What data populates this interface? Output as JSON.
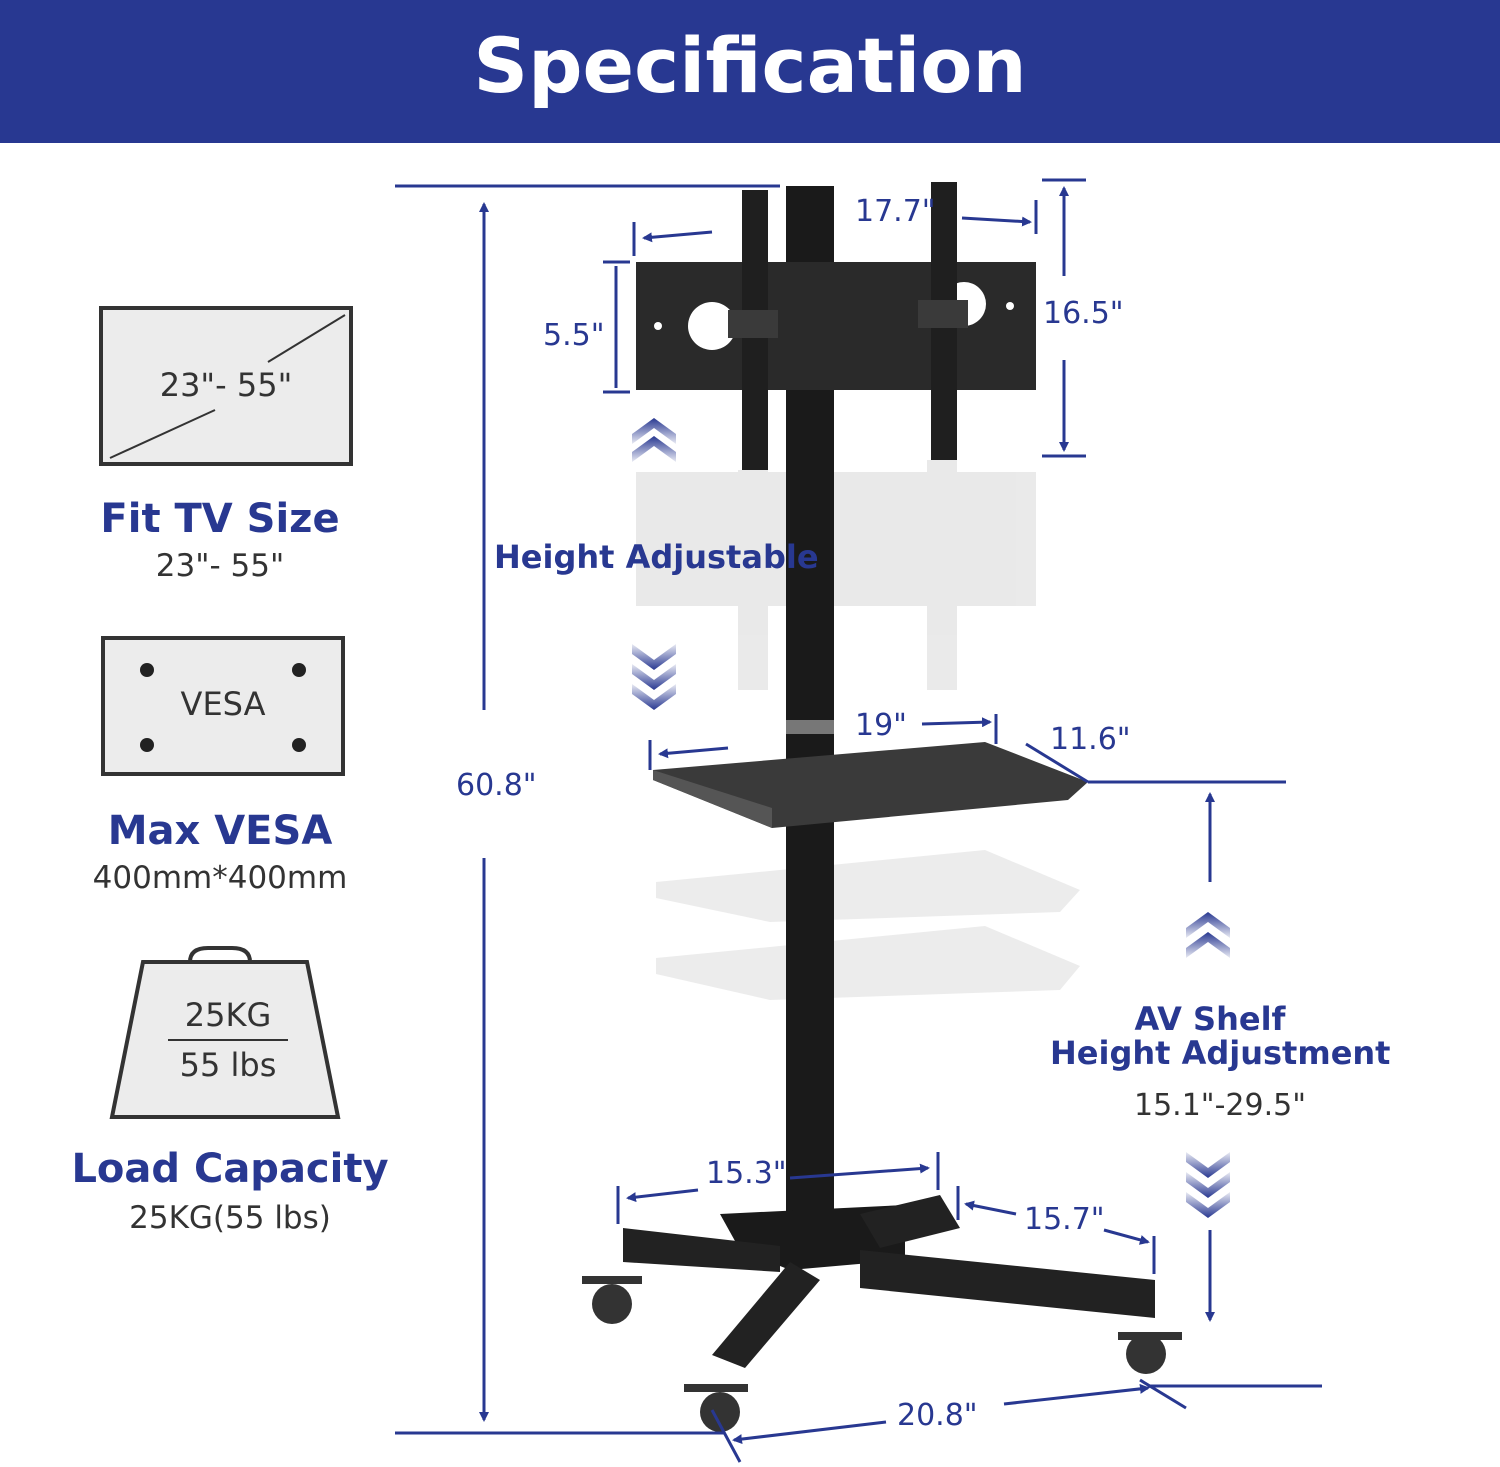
{
  "header": {
    "title": "Specification"
  },
  "features": {
    "tv_size": {
      "icon_label": "23\"- 55\"",
      "heading": "Fit TV Size",
      "value": "23\"- 55\""
    },
    "vesa": {
      "icon_label": "VESA",
      "heading": "Max VESA",
      "value": "400mm*400mm"
    },
    "load": {
      "icon_top": "25KG",
      "icon_bottom": "55 lbs",
      "heading": "Load Capacity",
      "value": "25KG(55 lbs)"
    }
  },
  "dimensions": {
    "total_height": "60.8\"",
    "mount_width": "17.7\"",
    "mount_height": "16.5\"",
    "bracket_gap": "5.5\"",
    "shelf_width": "19\"",
    "shelf_depth": "11.6\"",
    "base_front": "15.3\"",
    "base_side": "15.7\"",
    "base_width": "20.8\""
  },
  "notes": {
    "height_adjustable": "Height Adjustable",
    "shelf_title_line1": "AV Shelf",
    "shelf_title_line2": "Height Adjustment",
    "shelf_range": "15.1\"-29.5\""
  },
  "colors": {
    "brand_blue": "#283891",
    "stand_black": "#1a1a1a",
    "icon_fill": "#ececec"
  }
}
